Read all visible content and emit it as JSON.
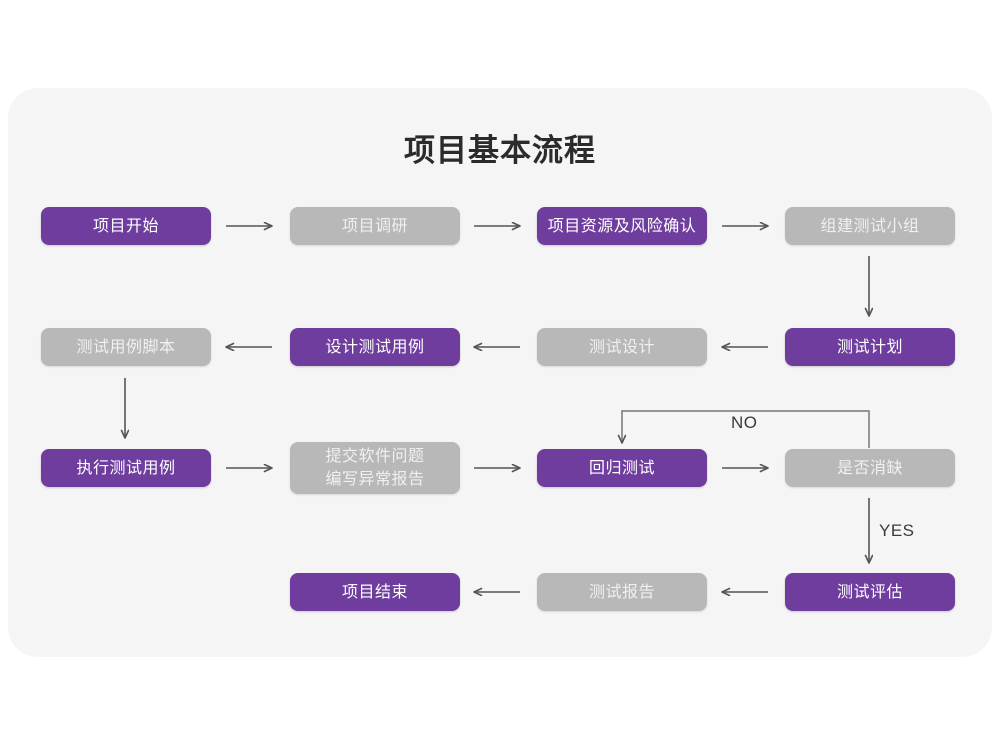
{
  "card": {
    "title": "项目基本流程",
    "background_color": "#f5f5f5",
    "page_background": "#ffffff"
  },
  "palette": {
    "accent_purple": "#6f3d9e",
    "muted_gray": "#b8b8b8",
    "arrow_gray": "#555555",
    "title_color": "#2b2b2b"
  },
  "nodes": [
    {
      "id": "n1",
      "label": "项目开始",
      "style": "purple",
      "row": 1,
      "col": 1
    },
    {
      "id": "n2",
      "label": "项目调研",
      "style": "gray",
      "row": 1,
      "col": 2
    },
    {
      "id": "n3",
      "label": "项目资源及风险确认",
      "style": "purple",
      "row": 1,
      "col": 3
    },
    {
      "id": "n4",
      "label": "组建测试小组",
      "style": "gray",
      "row": 1,
      "col": 4
    },
    {
      "id": "n5",
      "label": "测试用例脚本",
      "style": "gray",
      "row": 2,
      "col": 1
    },
    {
      "id": "n6",
      "label": "设计测试用例",
      "style": "purple",
      "row": 2,
      "col": 2
    },
    {
      "id": "n7",
      "label": "测试设计",
      "style": "gray",
      "row": 2,
      "col": 3
    },
    {
      "id": "n8",
      "label": "测试计划",
      "style": "purple",
      "row": 2,
      "col": 4
    },
    {
      "id": "n9",
      "label": "执行测试用例",
      "style": "purple",
      "row": 3,
      "col": 1
    },
    {
      "id": "n10",
      "label": "提交软件问题\n编写异常报告",
      "style": "gray",
      "row": 3,
      "col": 2,
      "tall": true
    },
    {
      "id": "n11",
      "label": "回归测试",
      "style": "purple",
      "row": 3,
      "col": 3
    },
    {
      "id": "n12",
      "label": "是否消缺",
      "style": "gray",
      "row": 3,
      "col": 4
    },
    {
      "id": "n13",
      "label": "项目结束",
      "style": "purple",
      "row": 4,
      "col": 2
    },
    {
      "id": "n14",
      "label": "测试报告",
      "style": "gray",
      "row": 4,
      "col": 3
    },
    {
      "id": "n15",
      "label": "测试评估",
      "style": "purple",
      "row": 4,
      "col": 4
    }
  ],
  "edge_labels": {
    "no": "NO",
    "yes": "YES"
  },
  "flow": {
    "row1_direction": "right",
    "row2_direction": "left",
    "row3_direction": "right",
    "row4_direction": "left",
    "loop_back": "是否消缺 → 回归测试 (NO)",
    "advance": "是否消缺 → 测试评估 (YES)"
  }
}
